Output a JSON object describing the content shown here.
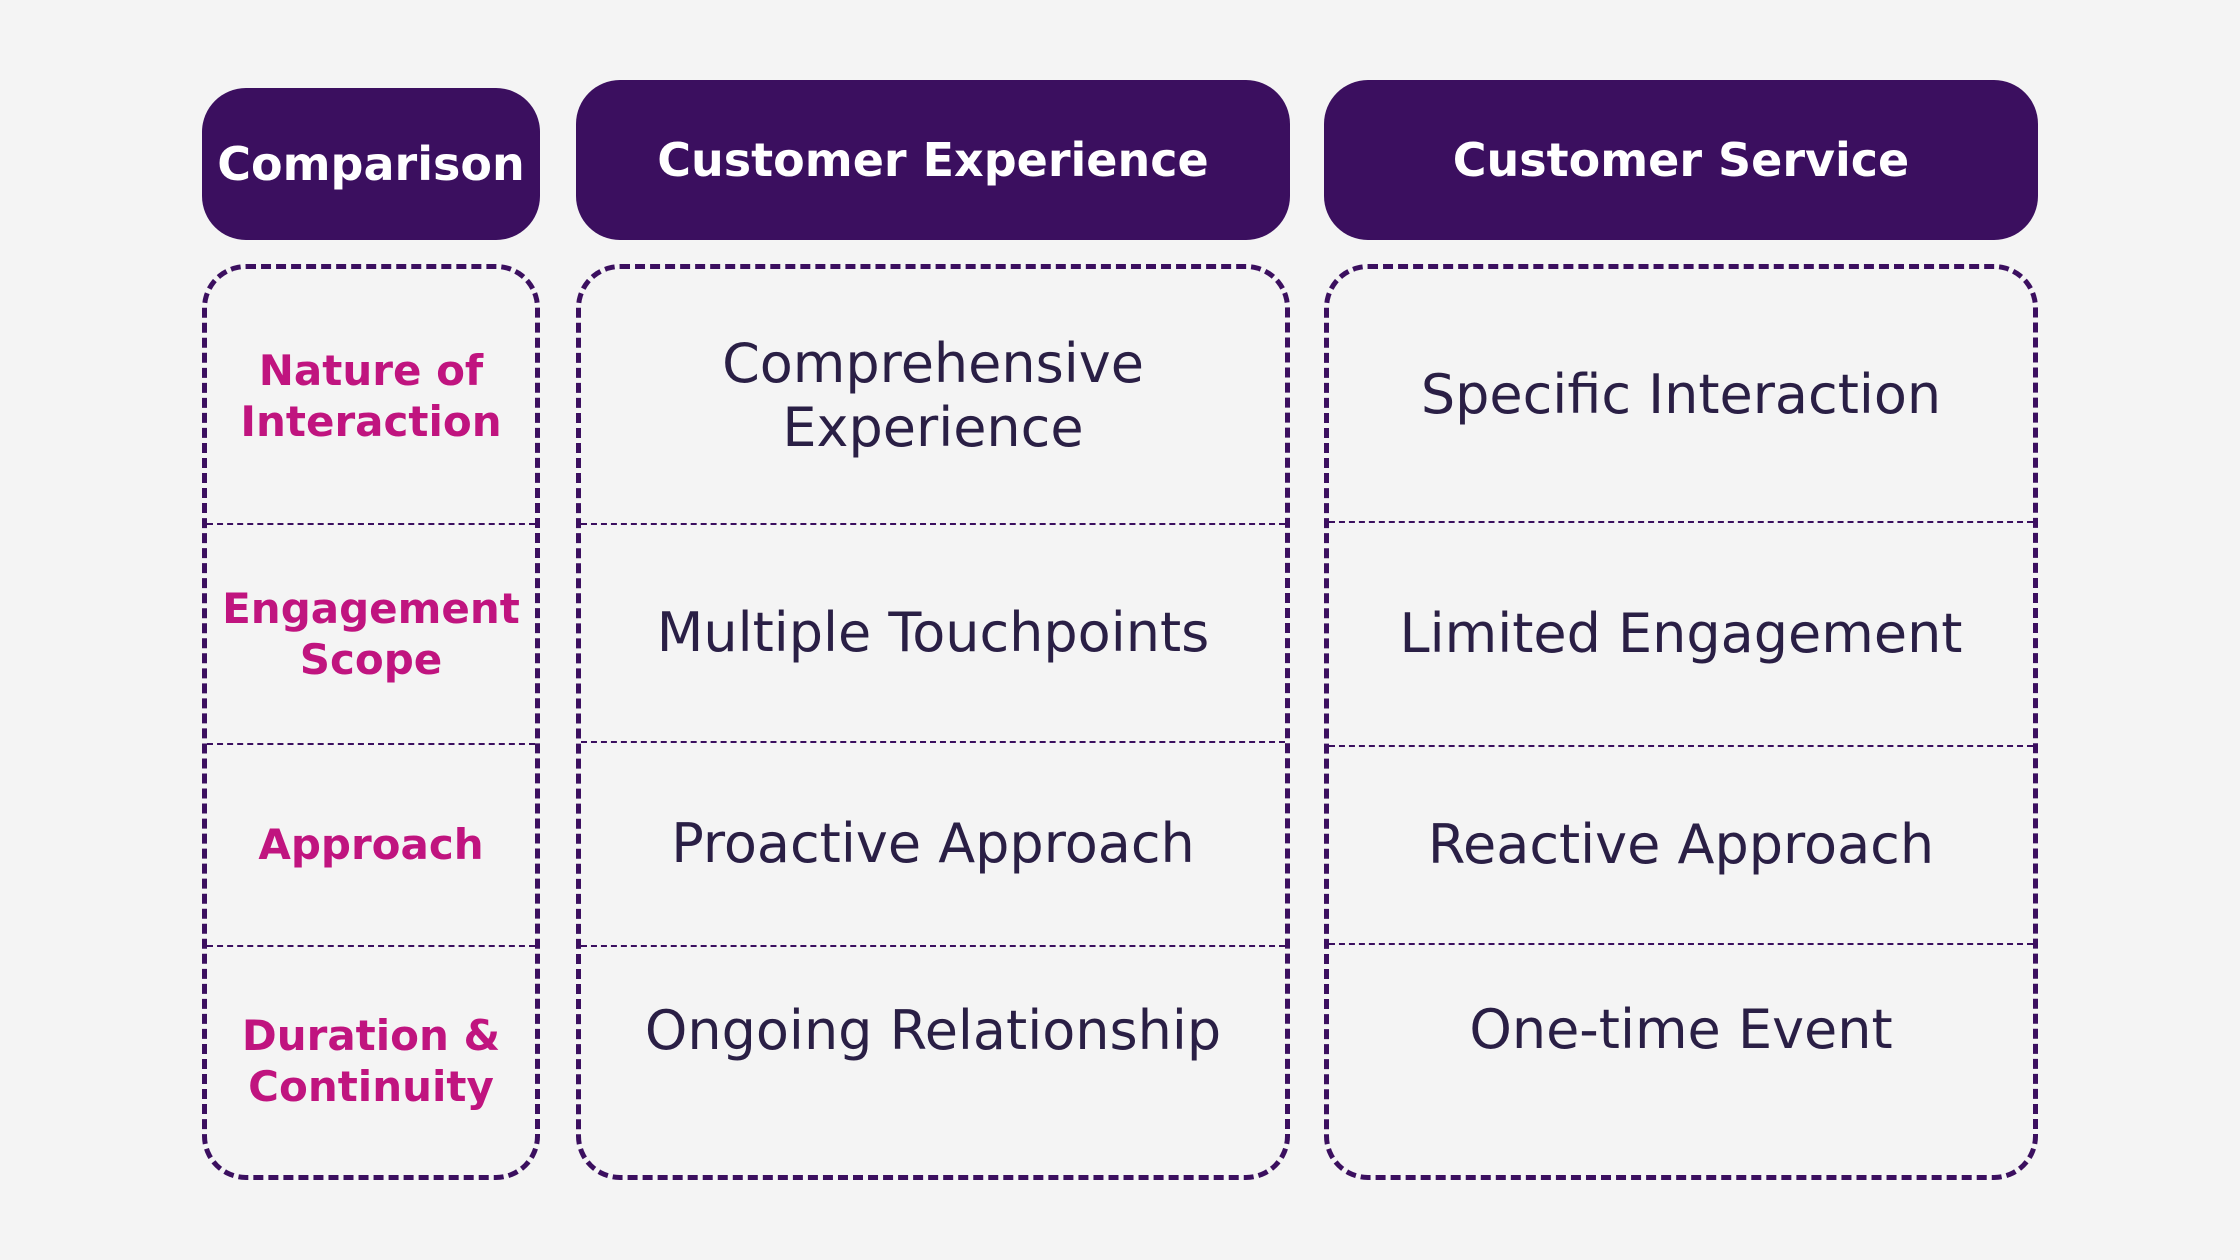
{
  "headers": {
    "comparison": "Comparison",
    "customer_experience": "Customer Experience",
    "customer_service": "Customer Service"
  },
  "rows": [
    {
      "label": "Nature of Interaction",
      "customer_experience": "Comprehensive Experience",
      "customer_service": "Specific Interaction"
    },
    {
      "label": "Engagement Scope",
      "customer_experience": "Multiple Touchpoints",
      "customer_service": "Limited Engagement"
    },
    {
      "label": "Approach",
      "customer_experience": "Proactive Approach",
      "customer_service": "Reactive Approach"
    },
    {
      "label": "Duration & Continuity",
      "customer_experience": "Ongoing Relationship",
      "customer_service": "One-time Event"
    }
  ],
  "colors": {
    "header_bg": "#3b0f5f",
    "label_text": "#c0147f",
    "cell_text": "#2a1f45",
    "background": "#f4f4f4"
  }
}
